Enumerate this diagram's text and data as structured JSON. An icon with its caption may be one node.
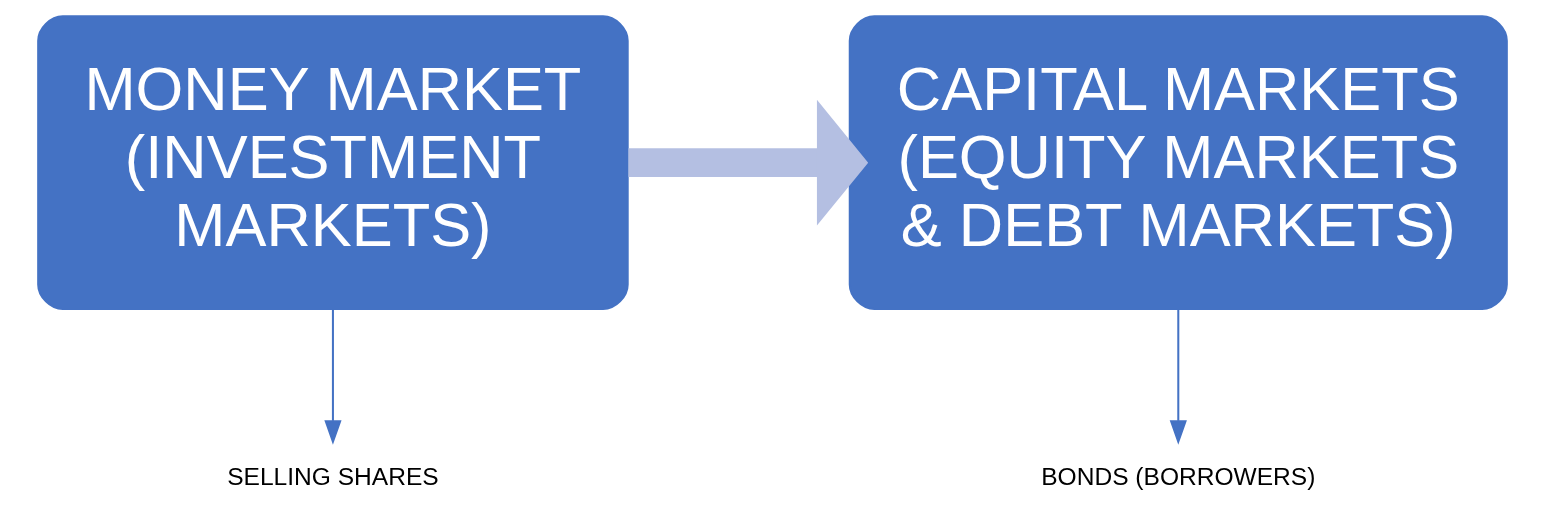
{
  "diagram": {
    "nodes": [
      {
        "text": [
          "MONEY MARKET (INVESTMENT MARKETS)"
        ]
      },
      {
        "text": [
          "CAPITAL MARKETS (EQUITY MARKETS & DEBT MARKETS)"
        ]
      },
      {
        "text": [
          "SELLING SHARES"
        ]
      },
      {
        "text": [
          "BONDS (BORROWERS)"
        ]
      }
    ],
    "edges": [
      {
        "from": 0,
        "to": 1,
        "arrow": "to",
        "style": "thick",
        "color": "#b4bfe2"
      },
      {
        "from": 0,
        "to": 2,
        "arrow": "to"
      },
      {
        "from": 1,
        "to": 3,
        "arrow": "to"
      }
    ]
  }
}
